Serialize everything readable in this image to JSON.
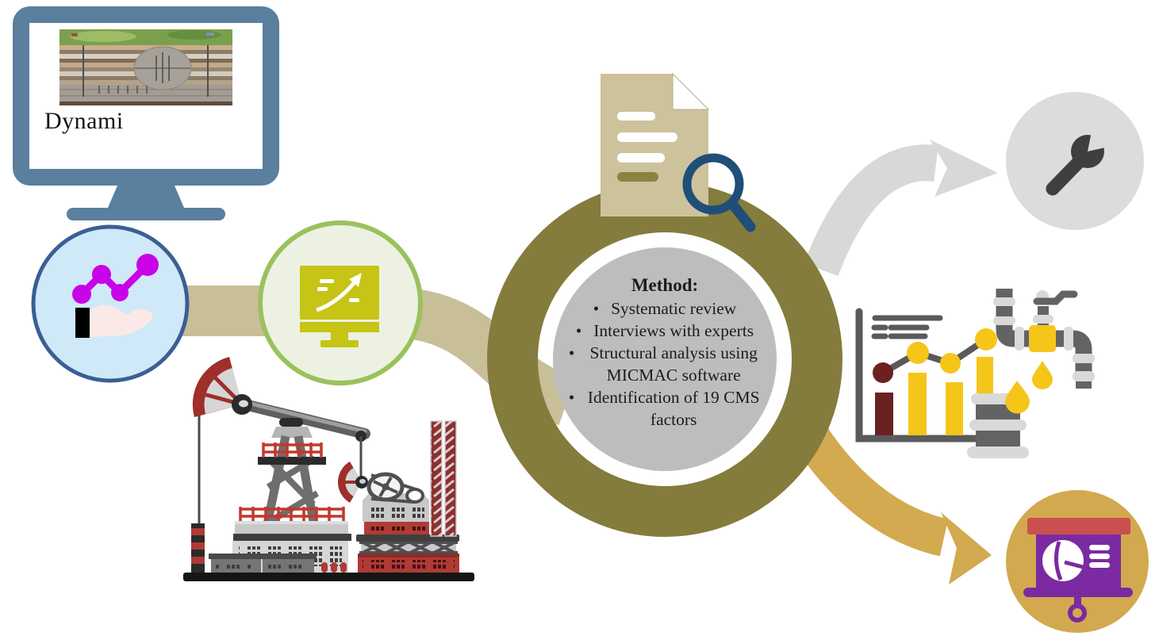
{
  "monitor": {
    "caption": "Dynami"
  },
  "method": {
    "heading": "Method:",
    "bullet_char": "•",
    "bullets": [
      "Systematic review",
      "Interviews with experts",
      "Structural analysis using MICMAC software",
      "Identification of 19 CMS factors"
    ]
  },
  "icons": {
    "monitor": "computer-monitor-icon",
    "monitor_screen_image": "geological-cross-section-image",
    "blue_node": "hand-holding-line-chart-icon",
    "green_node": "screen-growth-chart-icon",
    "center_top": "document-icon",
    "center_top_overlay": "magnifying-glass-icon",
    "bottom_left": "oil-pump-rig-illustration",
    "right_top": "wrench-icon",
    "right_middle": "bar-line-chart-icon, oil-faucet-icon, oil-barrel-icon, oil-drop-icon",
    "bottom_right": "presentation-pie-chart-icon",
    "connectors": "khaki-band, gray-curved-arrow, gold-curved-arrow, olive-ring"
  },
  "colors": {
    "monitor_frame": "#5b7f9e",
    "band_khaki": "#c8bf99",
    "ring_olive": "#847c3c",
    "inner_circle_gray": "#bdbdbd",
    "document_tan": "#ccc29c",
    "magnifier_blue": "#1f4e79",
    "arrow_gray": "#d8d8d8",
    "arrow_gold": "#d3aa50",
    "blue_node_fill": "#cfe9f9",
    "blue_node_border": "#3a5f94",
    "green_node_fill": "#edf1e2",
    "green_node_border": "#9bc15d",
    "chart_magenta": "#c903e8",
    "screen_icon_olive": "#c6c414",
    "rig_red": "#b03a36",
    "bar_yellow": "#f6c51a",
    "bar_maroon": "#6c2121",
    "pipe_gray": "#636363",
    "collar_gray": "#d9d9d9",
    "wrench_circle": "#dcdcdc",
    "wrench_dark": "#3f3f3f",
    "gold_circle": "#d2a94f",
    "presentation_purple": "#7b2aa2",
    "presentation_red": "#c9504f"
  }
}
